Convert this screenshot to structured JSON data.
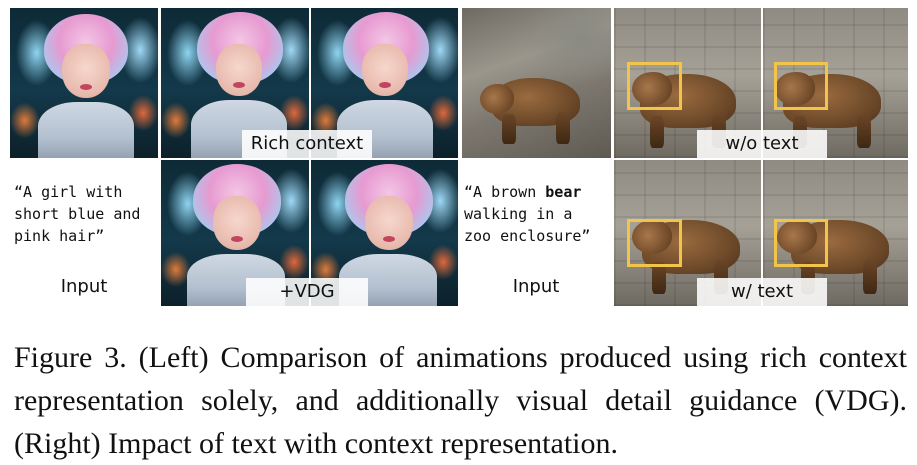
{
  "left_panel": {
    "prompt_text": "“A girl with short blue and pink hair”",
    "prompt_lines": [
      "“A girl with",
      "short blue and",
      "pink hair”"
    ],
    "input_label": "Input",
    "top_row_label": "Rich context",
    "bottom_row_label": "+VDG"
  },
  "right_panel": {
    "prompt_lines": [
      "“A brown ",
      "bear",
      "walking in a",
      "zoo enclosure”"
    ],
    "input_label": "Input",
    "top_row_label": "w/o text",
    "bottom_row_label": "w/ text",
    "highlight_color": "#f2c54a"
  },
  "caption": {
    "text": "Figure 3.  (Left) Comparison of animations produced using rich context representation solely, and additionally visual detail guidance (VDG). (Right) Impact of text with context representation."
  }
}
